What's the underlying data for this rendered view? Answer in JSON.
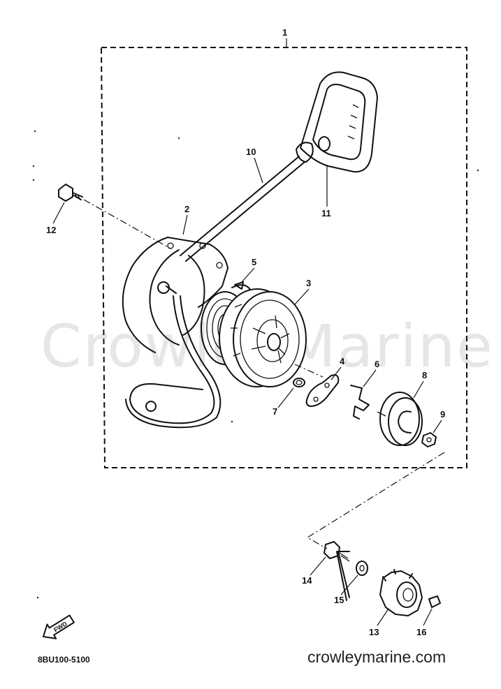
{
  "diagram": {
    "watermark": "CrowleyMarine",
    "callouts": {
      "assembly": "1",
      "case": "2",
      "drum": "3",
      "pawl": "4",
      "spring": "5",
      "clip": "6",
      "pawl_spring": "7",
      "plate": "8",
      "nut": "9",
      "rope": "10",
      "handle": "11",
      "bolt_left": "12",
      "pulley": "13",
      "bolt_bottom": "14",
      "washer": "15",
      "key": "16"
    },
    "fwd_label": "FWD",
    "code": "8BU100-5100",
    "site": "crowleymarine.com"
  }
}
